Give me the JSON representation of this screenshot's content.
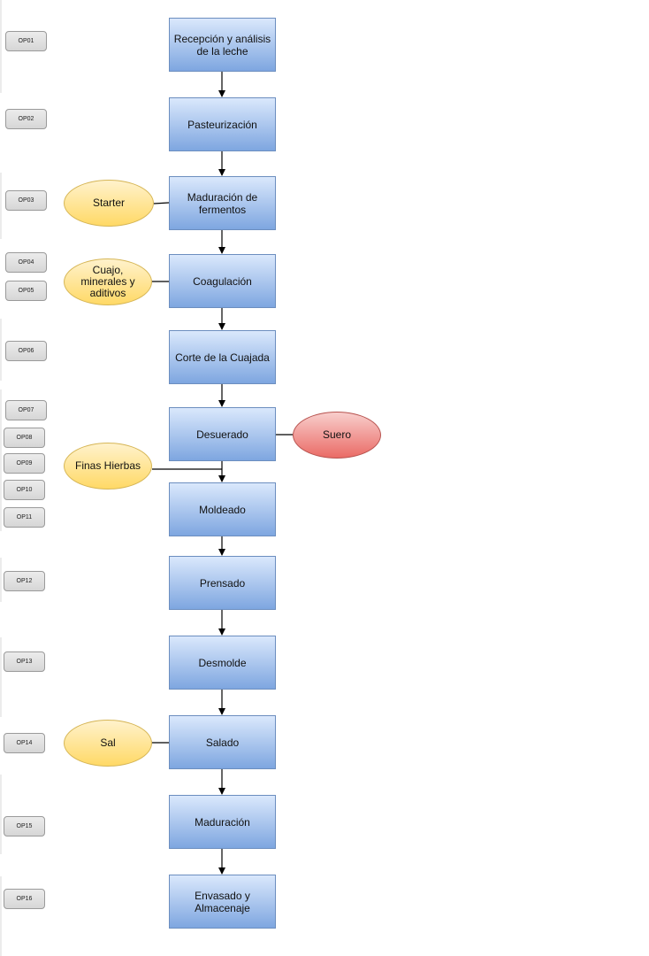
{
  "op_labels": [
    "OP01",
    "OP02",
    "OP03",
    "OP04",
    "OP05",
    "OP06",
    "OP07",
    "OP08",
    "OP09",
    "OP10",
    "OP11",
    "OP12",
    "OP13",
    "OP14",
    "OP15",
    "OP16"
  ],
  "steps": [
    "Recepción y análisis de la leche",
    "Pasteurización",
    "Maduración de fermentos",
    "Coagulación",
    "Corte de la Cuajada",
    "Desuerado",
    "Moldeado",
    "Prensado",
    "Desmolde",
    "Salado",
    "Maduración",
    "Envasado y Almacenaje"
  ],
  "inputs": {
    "starter": "Starter",
    "cuajo": "Cuajo, minerales y aditivos",
    "finas_hierbas": "Finas Hierbas",
    "sal": "Sal"
  },
  "outputs": {
    "suero": "Suero"
  },
  "colors": {
    "step_fill_top": "#dae8fc",
    "step_fill_bottom": "#7ea6e0",
    "step_border": "#6c8ebf",
    "input_fill": "#ffd966",
    "output_fill": "#ea6b66",
    "op_fill": "#d6d6d6"
  }
}
